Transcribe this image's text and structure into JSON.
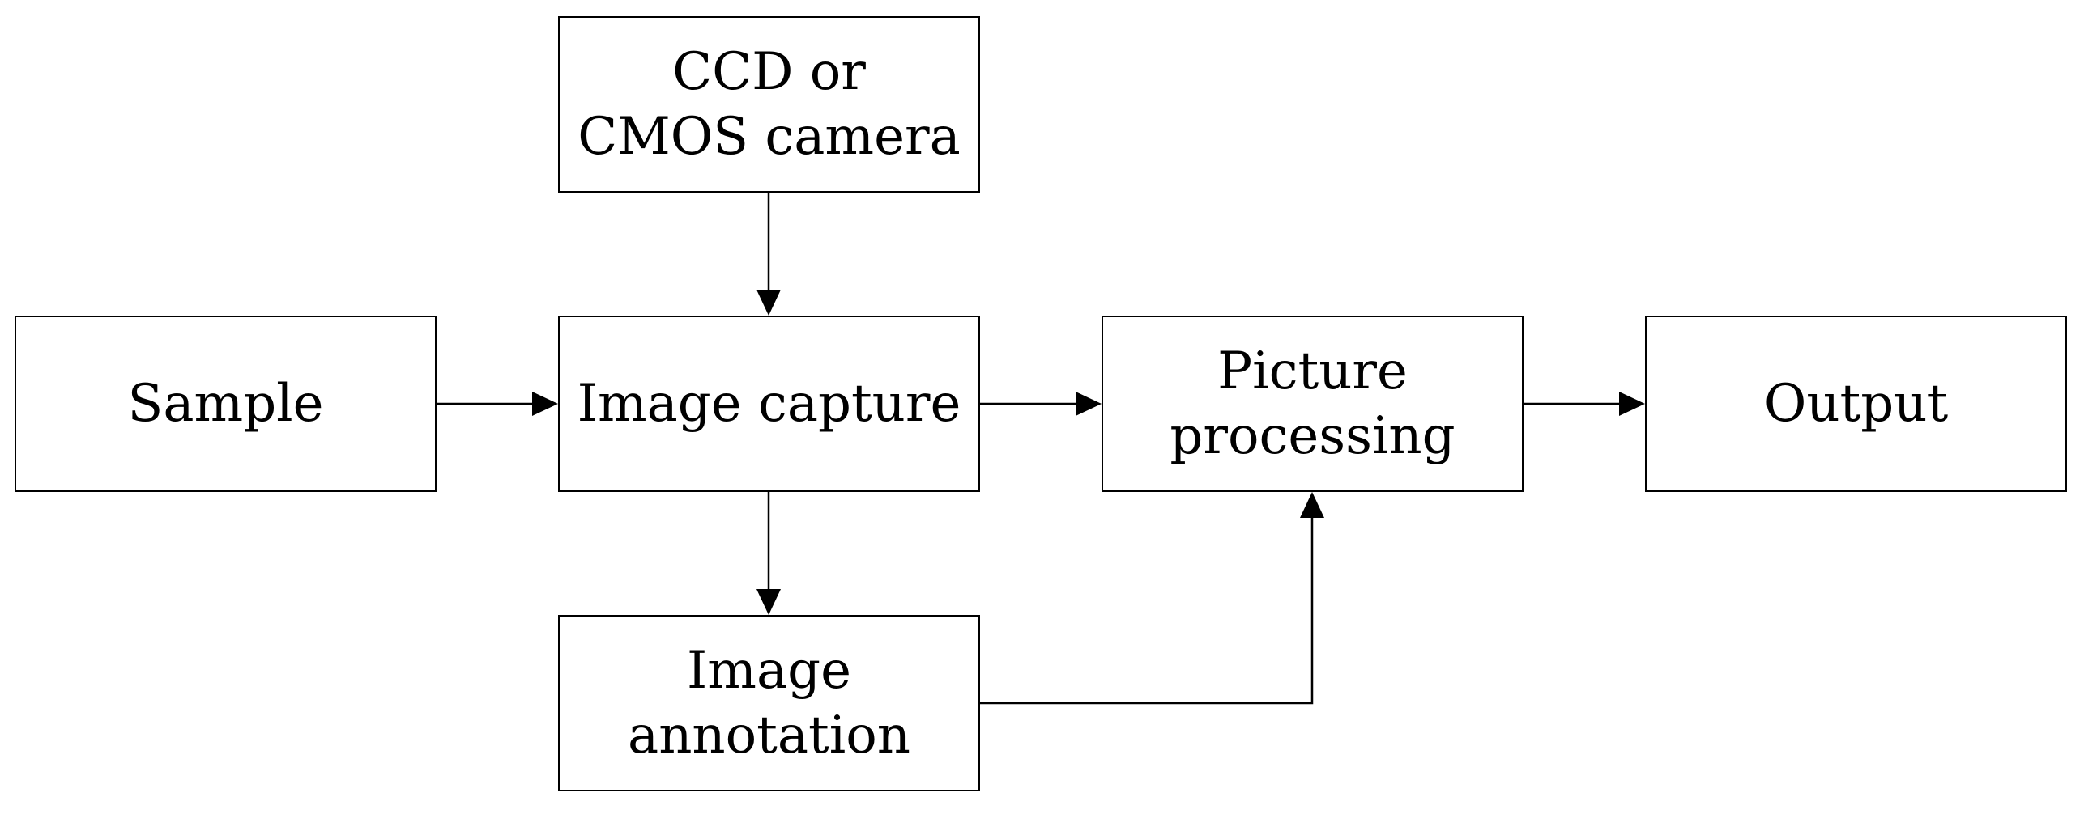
{
  "diagram": {
    "nodes": {
      "camera": "CCD or\nCMOS camera",
      "sample": "Sample",
      "capture": "Image capture",
      "picture": "Picture\nprocessing",
      "output": "Output",
      "annotation": "Image\nannotation"
    },
    "edges": [
      {
        "from": "camera",
        "to": "capture"
      },
      {
        "from": "sample",
        "to": "capture"
      },
      {
        "from": "capture",
        "to": "picture"
      },
      {
        "from": "capture",
        "to": "annotation"
      },
      {
        "from": "annotation",
        "to": "picture"
      },
      {
        "from": "picture",
        "to": "output"
      }
    ],
    "colors": {
      "stroke": "#000000",
      "background": "#ffffff"
    }
  }
}
